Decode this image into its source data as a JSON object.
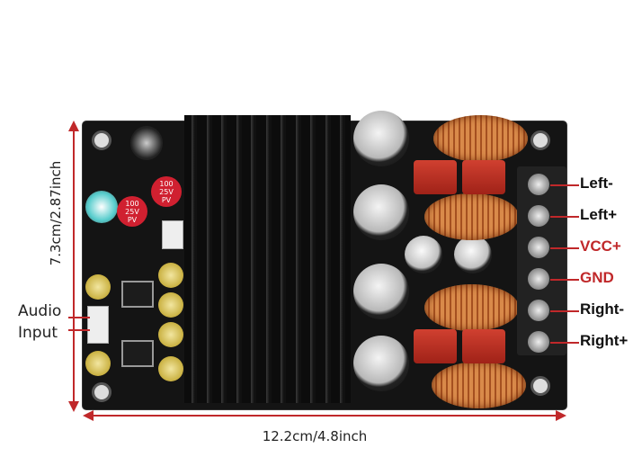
{
  "dimensions": {
    "height_label": "7.3cm/2.87inch",
    "width_label": "12.2cm/4.8inch"
  },
  "audio_input_label": [
    "Audio",
    "Input"
  ],
  "terminals": [
    {
      "label": "Left-",
      "color": "#111111"
    },
    {
      "label": "Left+",
      "color": "#111111"
    },
    {
      "label": "VCC+",
      "color": "#c0282a"
    },
    {
      "label": "GND",
      "color": "#c0282a"
    },
    {
      "label": "Right-",
      "color": "#111111"
    },
    {
      "label": "Right+",
      "color": "#111111"
    }
  ],
  "capacitor_markings": [
    "100",
    "25V",
    "PV"
  ],
  "accent_color": "#c0282a"
}
